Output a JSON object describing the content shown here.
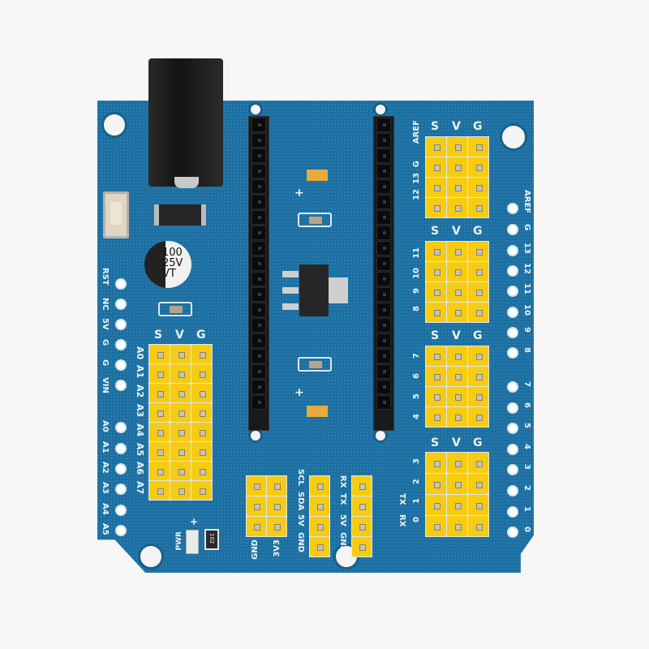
{
  "image": {
    "subject": "Arduino Nano sensor/IO expansion shield PCB",
    "background_color": "#f7f7f7",
    "pcb_color": "#1c6fa0",
    "header_color": "#f6cc12",
    "silkscreen_color": "#eef4f8"
  },
  "components": {
    "capacitor_label": [
      "100",
      "25V",
      "VT"
    ],
    "resistor_label": "102",
    "led_label": "PWR",
    "plus_marks": [
      "+",
      "+",
      "+"
    ]
  },
  "left_header": {
    "labels": [
      "RST",
      "NC",
      "5V",
      "G",
      "G",
      "VIN",
      "A0",
      "A1",
      "A2",
      "A3",
      "A4",
      "A5"
    ]
  },
  "right_header": {
    "labels": [
      "AREF",
      "G",
      "13",
      "12",
      "11",
      "10",
      "9",
      "8",
      "7",
      "6",
      "5",
      "4",
      "3",
      "2",
      "1",
      "0"
    ]
  },
  "analog_block": {
    "column_labels": [
      "S",
      "V",
      "G"
    ],
    "row_labels": [
      "A0",
      "A1",
      "A2",
      "A3",
      "A4",
      "A5",
      "A6",
      "A7"
    ]
  },
  "digital_blocks": [
    {
      "column_labels": [
        "S",
        "V",
        "G"
      ],
      "row_labels": [
        "AREF",
        "G",
        "13",
        "12"
      ]
    },
    {
      "column_labels": [
        "S",
        "V",
        "G"
      ],
      "row_labels": [
        "11",
        "10",
        "9",
        "8"
      ]
    },
    {
      "column_labels": [
        "S",
        "V",
        "G"
      ],
      "row_labels": [
        "7",
        "6",
        "5",
        "4"
      ]
    },
    {
      "column_labels": [
        "S",
        "V",
        "G"
      ],
      "row_labels": [
        "3",
        "2",
        "1",
        "0"
      ]
    }
  ],
  "serial_labels": {
    "tx": "TX",
    "rx": "RX"
  },
  "bottom_headers": {
    "power": [
      "GND",
      "3V3"
    ],
    "i2c": [
      "SCL",
      "SDA",
      "5V",
      "GND"
    ],
    "uart": [
      "RX",
      "TX",
      "5V",
      "GND"
    ]
  }
}
